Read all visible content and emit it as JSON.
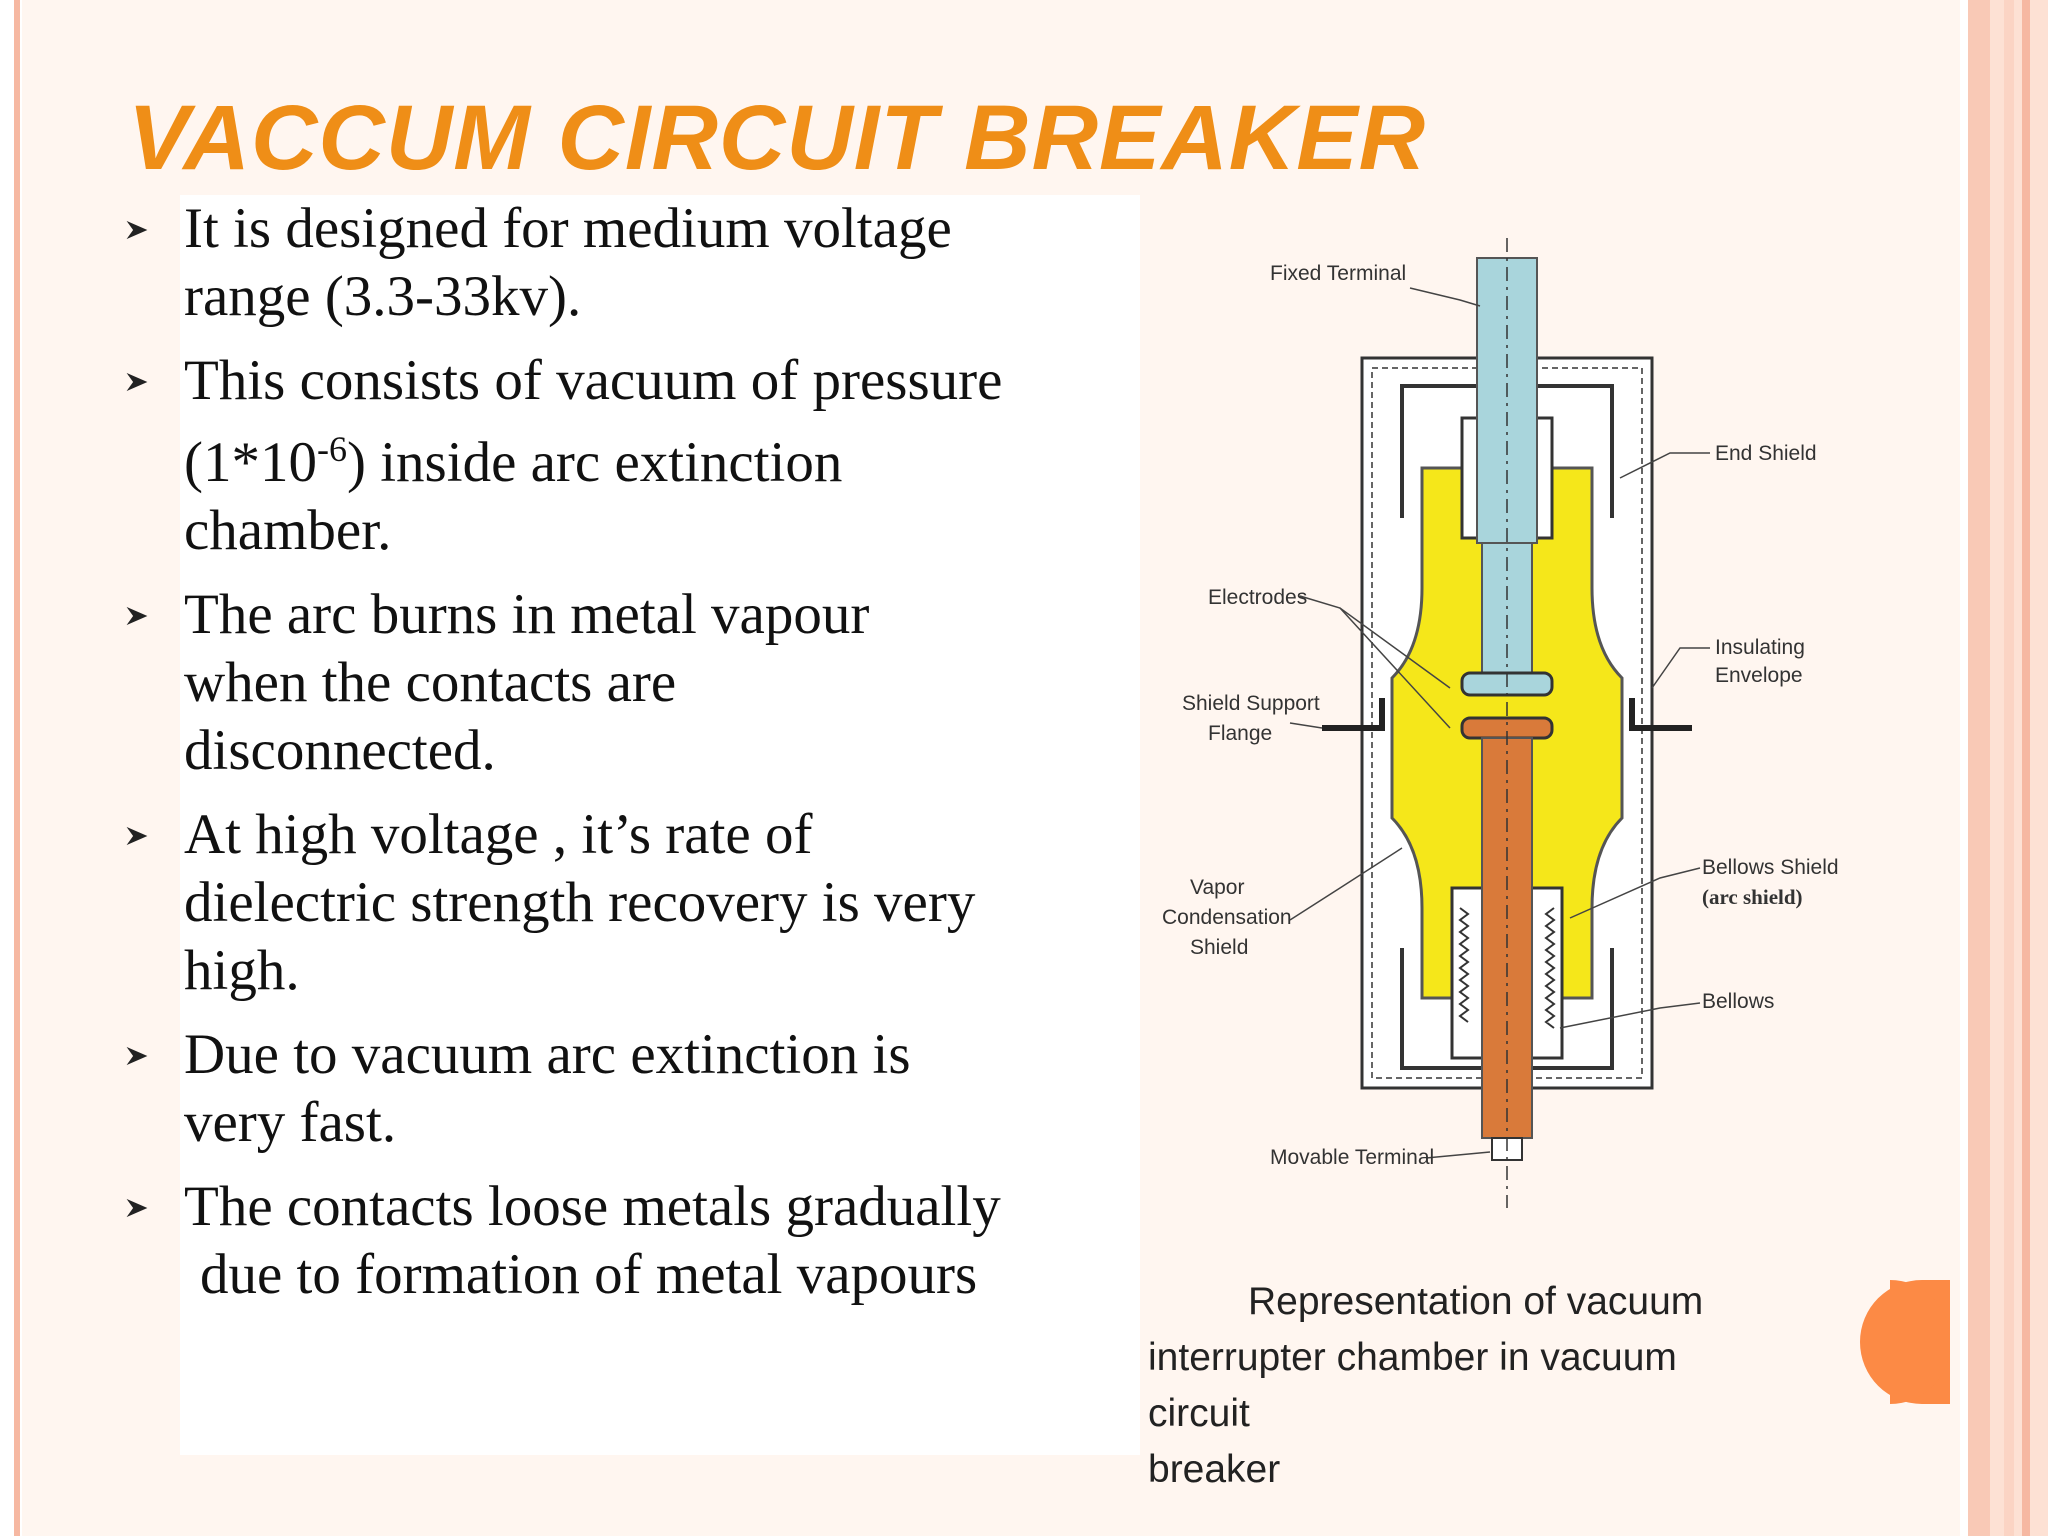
{
  "slide": {
    "title": "VACCUM CIRCUIT BREAKER",
    "bullets": [
      {
        "lines": [
          " It is designed for medium voltage",
          "range (3.3-33kv)."
        ]
      },
      {
        "line1": "This consists of vacuum of pressure",
        "line2_pre": "(1*10",
        "line2_sup": "-6",
        "line2_post": ") inside arc extinction",
        "line3": "chamber."
      },
      {
        "lines": [
          "The arc burns in metal vapour",
          "when the contacts are",
          "disconnected."
        ]
      },
      {
        "lines": [
          "At high voltage , it’s rate of",
          "dielectric strength recovery is very",
          "high."
        ]
      },
      {
        "lines": [
          "Due to vacuum arc extinction is",
          "very fast."
        ]
      },
      {
        "lines": [
          "The contacts loose metals gradually",
          " due to formation of metal vapours"
        ]
      }
    ]
  },
  "diagram": {
    "labels": {
      "fixed_terminal": "Fixed Terminal",
      "end_shield": "End Shield",
      "electrodes": "Electrodes",
      "insulating_1": "Insulating",
      "insulating_2": "Envelope",
      "shield_support_1": "Shield Support",
      "shield_support_2": "Flange",
      "vapor_1": "Vapor",
      "vapor_2": "Condensation",
      "vapor_3": "Shield",
      "bellows_shield": "Bellows Shield",
      "arc_shield": "(arc shield)",
      "bellows": "Bellows",
      "movable_terminal": "Movable Terminal"
    },
    "caption": {
      "line1": "Representation of vacuum",
      "line2": "interrupter chamber in vacuum circuit",
      "line3": "breaker"
    },
    "colors": {
      "envelope": "#f5e71a",
      "fixed_rod": "#a9d5dc",
      "moving_rod": "#d97a3a"
    }
  },
  "theme": {
    "title_color": "#ef8e17",
    "accent": "#fc8a45"
  }
}
